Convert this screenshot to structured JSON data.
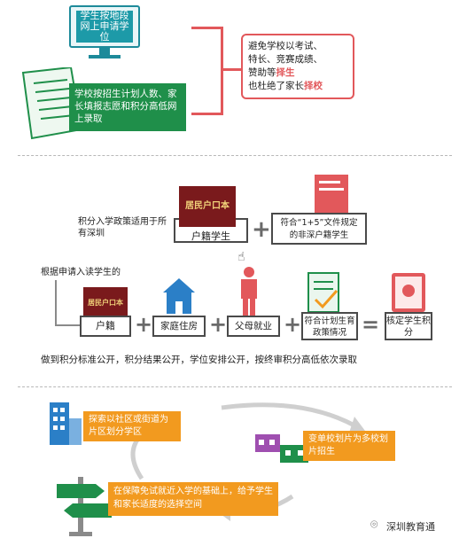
{
  "top": {
    "monitor_text": "学生按地段网上申请学位",
    "doc_text": "学校按招生计划人数、家长填报志愿和积分高低网上录取",
    "red_box_line1": "避免学校以考试、",
    "red_box_line2": "特长、竞赛成绩、",
    "red_box_line3_pre": "赞助等",
    "red_box_line3_em": "择生",
    "red_box_line4_pre": "也杜绝了家长",
    "red_box_line4_em": "择校"
  },
  "middle": {
    "policy_label": "积分入学政策适用于所有深圳",
    "book_title": "居民户口本",
    "huji_student": "户籍学生",
    "non_huji_student": "符合“1+5”文件规定的非深户籍学生",
    "apply_label": "根据申请入读学生的",
    "huji": "户籍",
    "housing": "家庭住房",
    "parents_job": "父母就业",
    "family_planning": "符合计划生育政策情况",
    "score": "核定学生积分",
    "footer": "做到积分标准公开，积分结果公开，学位安排公开，按终审积分高低依次录取"
  },
  "bottom": {
    "explore": "探索以社区或街道为片区划分学区",
    "change": "变单校划片为多校划片招生",
    "guarantee": "在保障免试就近入学的基础上，给予学生和家长适度的选择空间"
  },
  "watermark": "深圳教育通",
  "colors": {
    "green": "#1f8f4a",
    "teal": "#1d9aa8",
    "orange": "#f29a1f",
    "red": "#e2585b"
  }
}
